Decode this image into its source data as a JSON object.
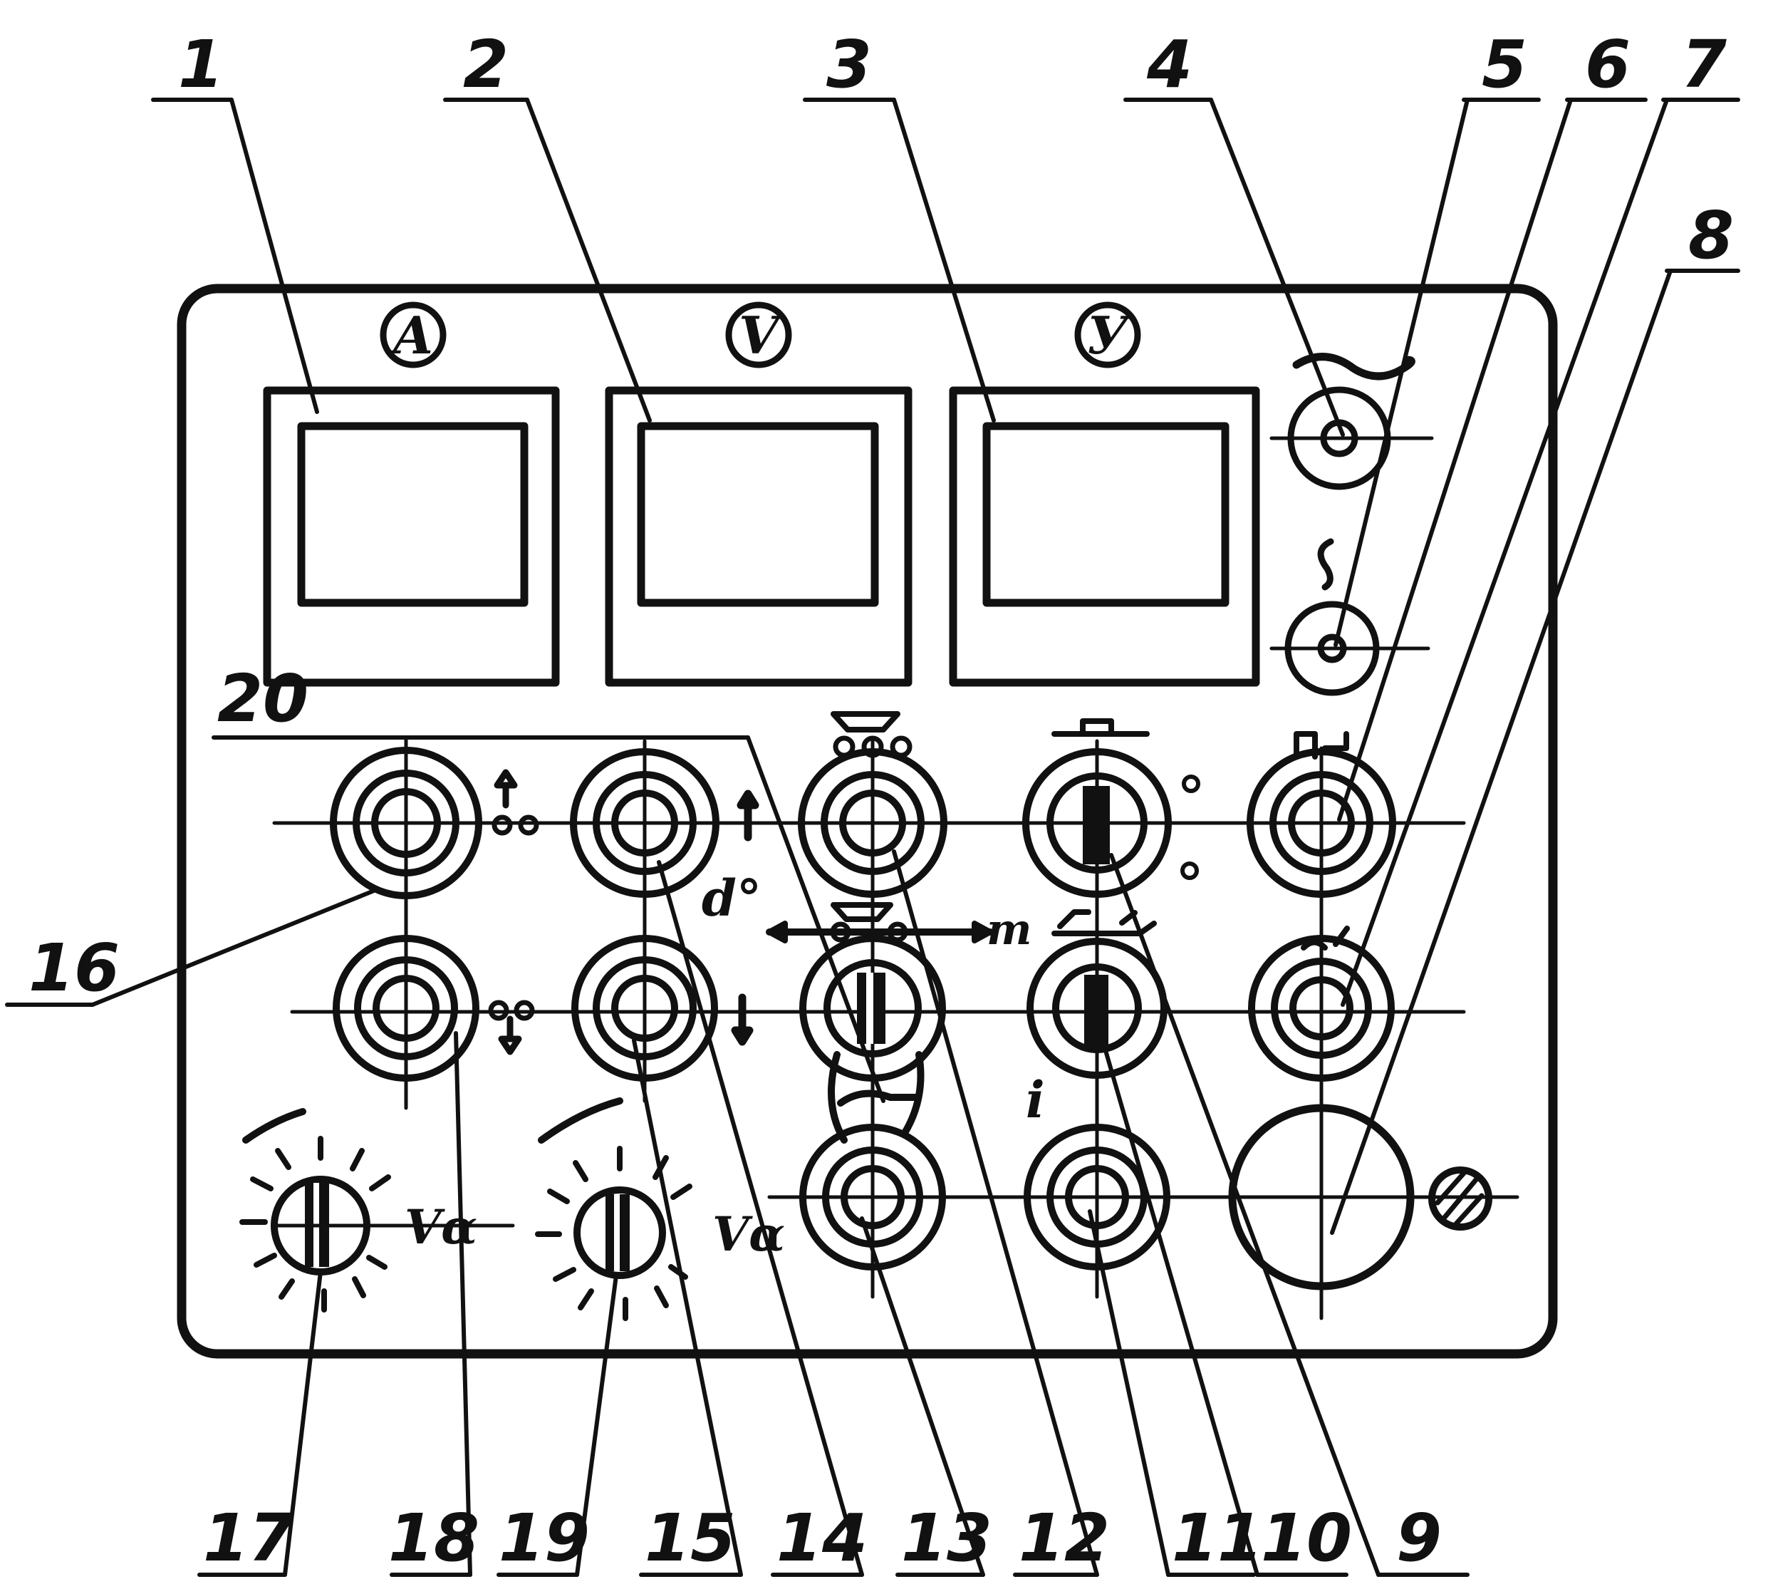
{
  "meters": [
    {
      "symbol": "A",
      "callout": "1"
    },
    {
      "symbol": "V",
      "callout": "2"
    },
    {
      "symbol": "У",
      "callout": "3"
    }
  ],
  "callouts_top": [
    "1",
    "2",
    "3",
    "4",
    "5",
    "6",
    "7",
    "8"
  ],
  "callouts_bottom": [
    "17",
    "18",
    "19",
    "15",
    "14",
    "13",
    "12",
    "11",
    "10",
    "9"
  ],
  "callouts_left": [
    "20",
    "16"
  ],
  "panel_marks": {
    "dial_left_label": "Vα",
    "dial_right_label": "Vα",
    "mark_m": "m",
    "mark_d": "d°",
    "mark_i": "i"
  },
  "colors": {
    "ink": "#111111",
    "paper": "#ffffff"
  }
}
